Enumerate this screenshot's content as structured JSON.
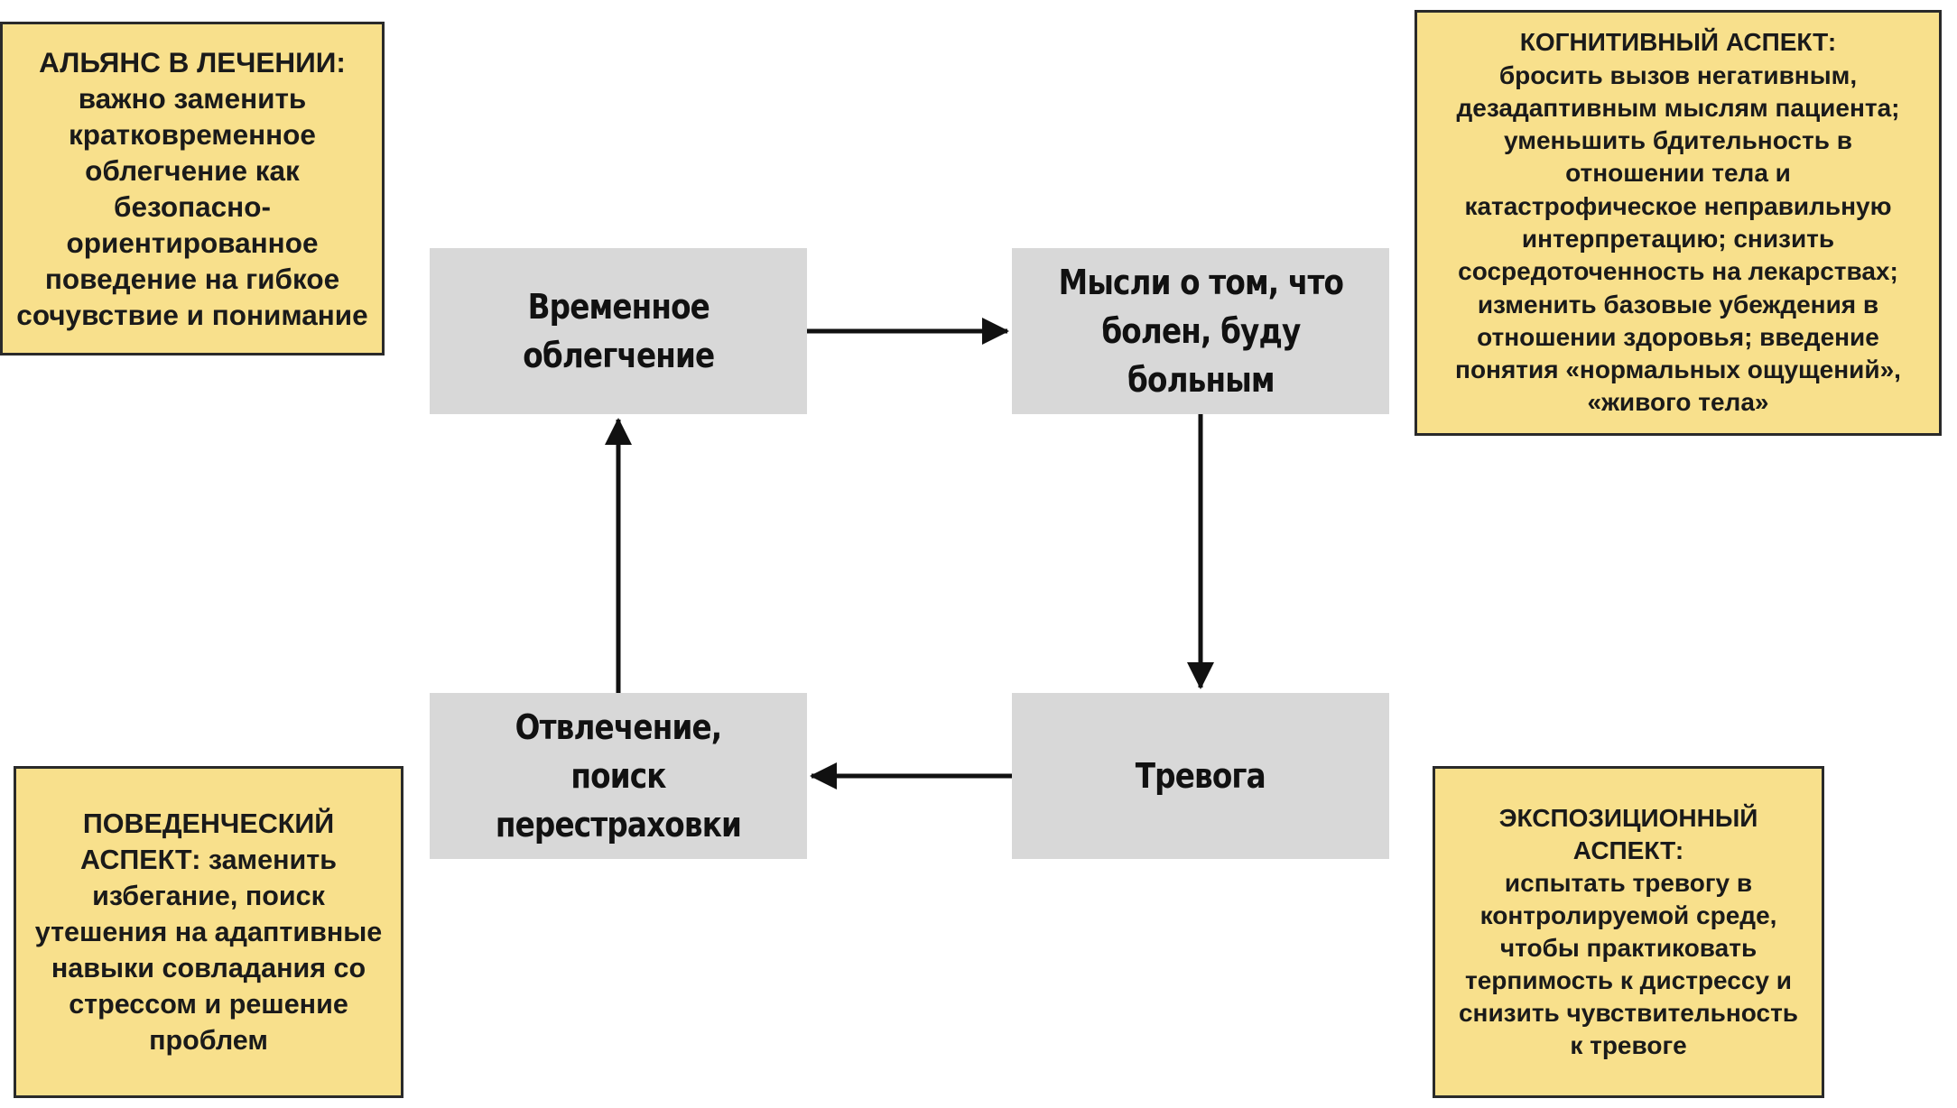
{
  "notes": {
    "alliance": "АЛЬЯНС В ЛЕЧЕНИИ:\nважно заменить\nкратковременное\nоблегчение как\nбезопасно-\nориентированное\nповедение на гибкое\nсочувствие и понимание",
    "cognitive": "КОГНИТИВНЫЙ АСПЕКТ:\nбросить вызов негативным,\nдезадаптивным мыслям пациента;\nуменьшить бдительность в\nотношении тела и\nкатастрофическое неправильную\nинтерпретацию; снизить\nсосредоточенность на лекарствах;\nизменить базовые убеждения в\nотношении здоровья; введение\nпонятия «нормальных ощущений»,\n«живого тела»",
    "behavioral": "ПОВЕДЕНЧЕСКИЙ\nАСПЕКТ: заменить\nизбегание, поиск\nутешения на адаптивные\nнавыки совладания со\nстрессом и решение\nпроблем",
    "exposure": "ЭКСПОЗИЦИОННЫЙ\nАСПЕКТ:\nиспытать тревогу в\nконтролируемой среде,\nчтобы практиковать\nтерпимость к дистрессу и\nснизить чувствительность\nк тревоге"
  },
  "cycle": {
    "relief": "Временное\nоблегчение",
    "thoughts": "Мысли о том, что\nболен, буду\nбольным",
    "anxiety": "Тревога",
    "distraction": "Отвлечение, поиск\nперестраховки"
  },
  "colors": {
    "note_fill": "#f8e08c",
    "process_fill": "#d8d8d8",
    "arrow": "#111111"
  }
}
